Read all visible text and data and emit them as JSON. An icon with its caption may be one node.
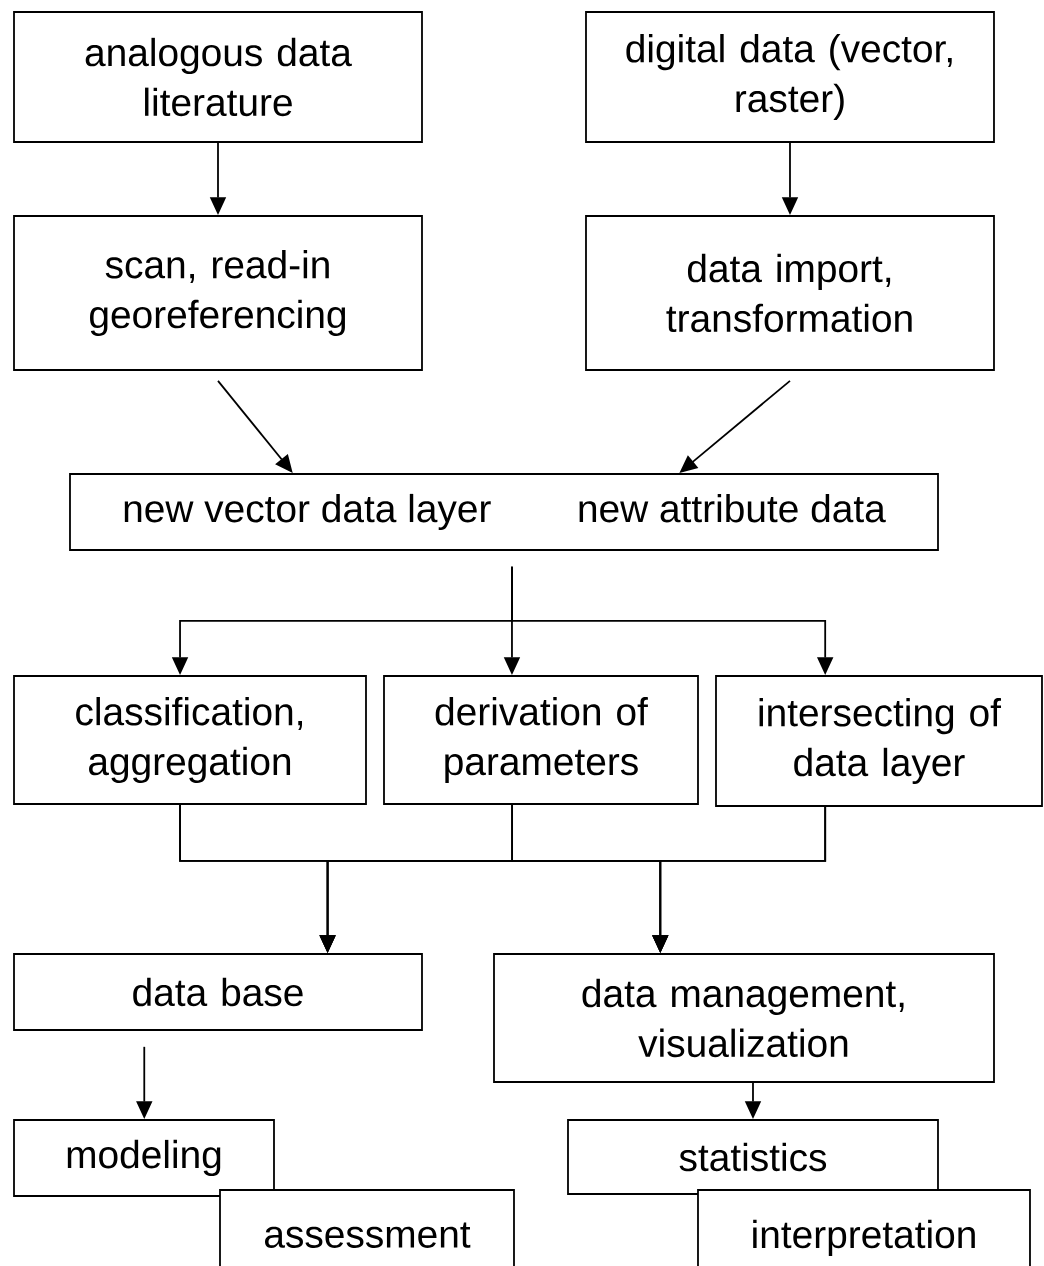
{
  "diagram": {
    "nodes": [
      {
        "text": [
          "analogous data literature"
        ]
      },
      {
        "text": [
          "digital data (vector, raster)"
        ]
      },
      {
        "text": [
          "scan, read-in georeferencing"
        ]
      },
      {
        "text": [
          "data import, transformation"
        ]
      },
      {
        "text": [
          "new vector data layer",
          "new attribute data"
        ]
      },
      {
        "text": [
          "classification, aggregation"
        ]
      },
      {
        "text": [
          "derivation of parameters"
        ]
      },
      {
        "text": [
          "intersecting of data layer"
        ]
      },
      {
        "text": [
          "data base"
        ]
      },
      {
        "text": [
          "data management, visualization"
        ]
      },
      {
        "text": [
          "modeling"
        ]
      },
      {
        "text": [
          "assessment"
        ]
      },
      {
        "text": [
          "statistics"
        ]
      },
      {
        "text": [
          "interpretation"
        ]
      }
    ],
    "edges": [
      {
        "from": 0,
        "to": 2,
        "arrow": "to"
      },
      {
        "from": 1,
        "to": 3,
        "arrow": "to"
      },
      {
        "from": 2,
        "to": 4,
        "arrow": "to"
      },
      {
        "from": 3,
        "to": 4,
        "arrow": "to"
      },
      {
        "from": 4,
        "to": 5,
        "arrow": "to"
      },
      {
        "from": 4,
        "to": 6,
        "arrow": "to"
      },
      {
        "from": 4,
        "to": 7,
        "arrow": "to"
      },
      {
        "from": 5,
        "to": 8,
        "arrow": "to"
      },
      {
        "from": 6,
        "to": 8,
        "arrow": "to"
      },
      {
        "from": 7,
        "to": 8,
        "arrow": "to"
      },
      {
        "from": 5,
        "to": 9,
        "arrow": "to"
      },
      {
        "from": 6,
        "to": 9,
        "arrow": "to"
      },
      {
        "from": 7,
        "to": 9,
        "arrow": "to"
      },
      {
        "from": 8,
        "to": 10,
        "arrow": "to"
      },
      {
        "from": 9,
        "to": 12,
        "arrow": "to"
      }
    ]
  }
}
